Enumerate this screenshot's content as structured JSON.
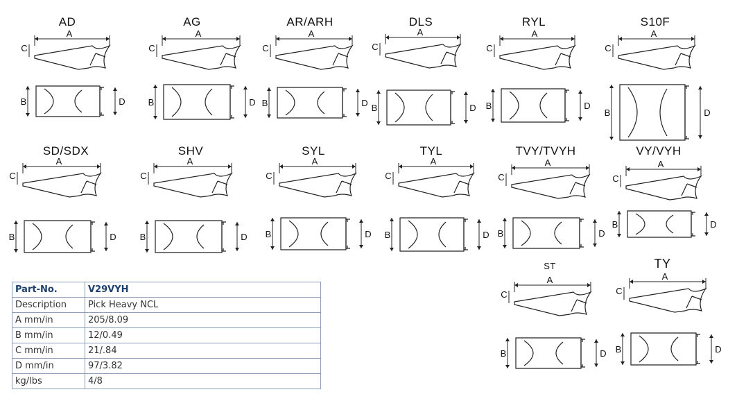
{
  "models": [
    {
      "id": "ad",
      "title": "AD"
    },
    {
      "id": "ag",
      "title": "AG"
    },
    {
      "id": "ar",
      "title": "AR/ARH"
    },
    {
      "id": "dls",
      "title": "DLS"
    },
    {
      "id": "ryl",
      "title": "RYL"
    },
    {
      "id": "s10f",
      "title": "S10F"
    },
    {
      "id": "sd",
      "title": "SD/SDX"
    },
    {
      "id": "shv",
      "title": "SHV"
    },
    {
      "id": "syl",
      "title": "SYL"
    },
    {
      "id": "tyl",
      "title": "TYL"
    },
    {
      "id": "tvy",
      "title": "TVY/TVYH"
    },
    {
      "id": "vy",
      "title": "VY/VYH"
    },
    {
      "id": "st",
      "title": "ST"
    },
    {
      "id": "ty",
      "title": "TY"
    }
  ],
  "dims": {
    "a": "A",
    "b": "B",
    "c": "C",
    "d": "D"
  },
  "spec": {
    "header": {
      "label": "Part-No.",
      "value": "V29VYH"
    },
    "rows": [
      {
        "label": "Description",
        "value": "Pick Heavy NCL"
      },
      {
        "label": "A mm/in",
        "value": "205/8.09"
      },
      {
        "label": "B mm/in",
        "value": "12/0.49"
      },
      {
        "label": "C mm/in",
        "value": "21/.84"
      },
      {
        "label": "D mm/in",
        "value": "97/3.82"
      },
      {
        "label": "kg/lbs",
        "value": "4/8"
      }
    ]
  }
}
